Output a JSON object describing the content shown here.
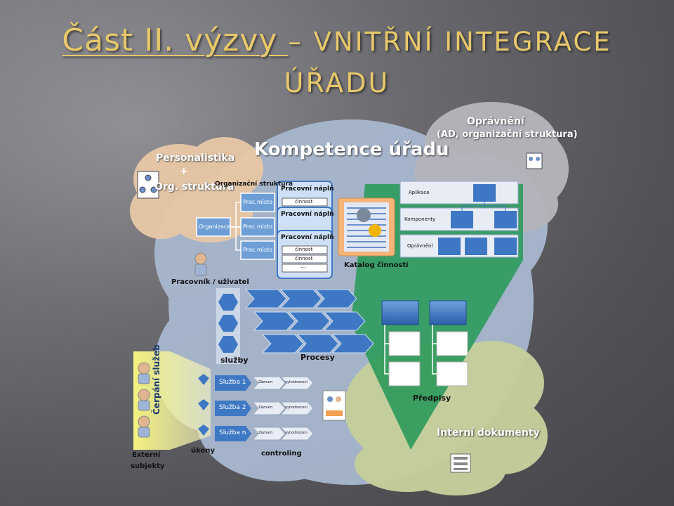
{
  "title": {
    "part1": "Část II. výzvy ",
    "part2": "– VNITŘNÍ INTEGRACE",
    "line2": "ÚŘADU"
  },
  "diagram": {
    "competence": "Kompetence úřadu",
    "personalistika": "Personalistika",
    "plus": "+",
    "org_struktura": "Org. struktura",
    "opravneni_title": "Oprávnění",
    "opravneni_sub": "(AD, organizační struktura)",
    "org_struktura_small": "Organizační struktura",
    "organizace": "Organizace",
    "prac_misto": "Prac.místo",
    "pracovni_napln": "Pracovní náplň",
    "cinnost": "činnost",
    "ellipsis": "...",
    "katalog": "Katalog činností",
    "aplikace": "Aplikace",
    "komponenty": "Komponenty",
    "opravneni_small": "Oprávnění",
    "pracovnik": "Pracovník / uživatel",
    "sluzby": "služby",
    "procesy": "Procesy",
    "predpisy": "Předpisy",
    "interni": "Interní dokumenty",
    "cerpani": "Čerpání služeb",
    "externi_1": "Externí",
    "externi_2": "subjekty",
    "ukony": "úkony",
    "controling": "controling",
    "sluzba_1": "Služba 1",
    "sluzba_2": "Služba 2",
    "sluzba_n": "Služba n",
    "zaznam": "Záznam",
    "vyhodnoceni": "vyhodnocení"
  },
  "colors": {
    "title_gold": "#e8c86a",
    "peach_cloud": "#e9c9a6",
    "blue_cloud": "#a7b7cf",
    "green_cloud": "#c6d19c",
    "grey_cloud": "#b3b4ba",
    "box_blue": "#3e78c4",
    "green_funnel": "#2e9a5c",
    "yellow_funnel": "#f2f07a"
  }
}
